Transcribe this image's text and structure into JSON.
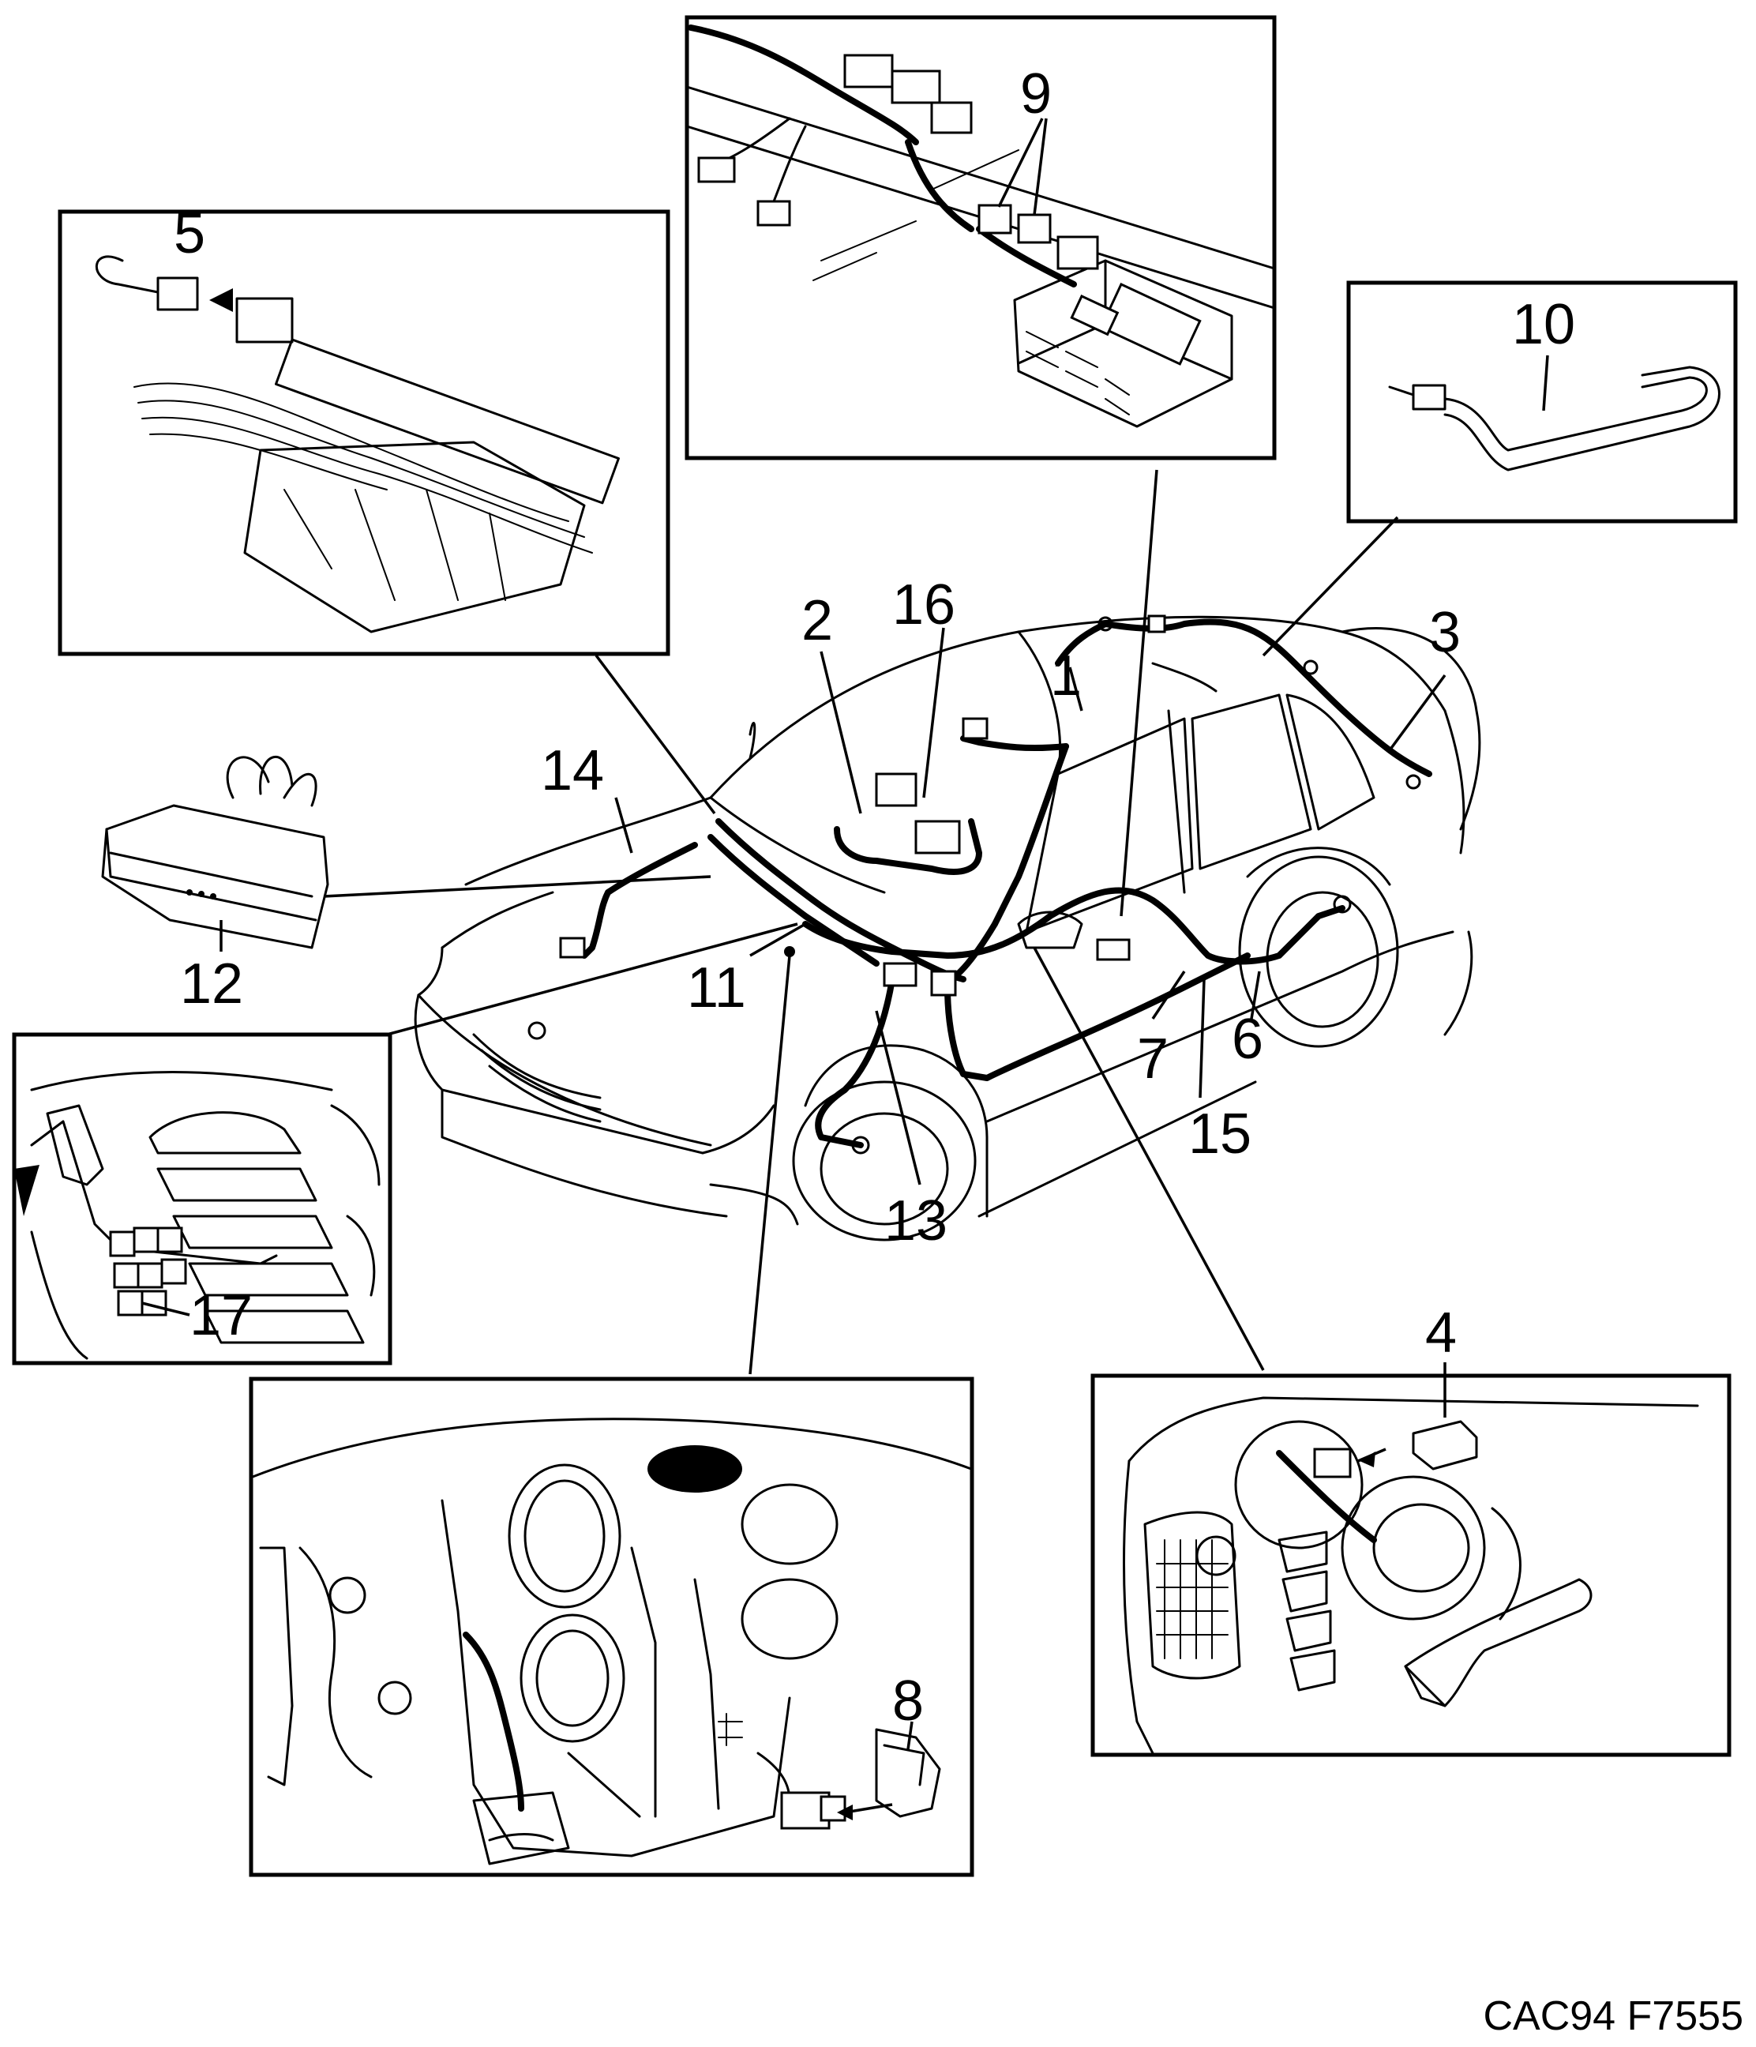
{
  "callouts": [
    {
      "id": "1",
      "text": "1"
    },
    {
      "id": "2",
      "text": "2"
    },
    {
      "id": "3",
      "text": "3"
    },
    {
      "id": "4",
      "text": "4"
    },
    {
      "id": "5",
      "text": "5"
    },
    {
      "id": "6",
      "text": "6"
    },
    {
      "id": "7",
      "text": "7"
    },
    {
      "id": "8",
      "text": "8"
    },
    {
      "id": "9",
      "text": "9"
    },
    {
      "id": "10",
      "text": "10"
    },
    {
      "id": "11",
      "text": "11"
    },
    {
      "id": "12",
      "text": "12"
    },
    {
      "id": "13",
      "text": "13"
    },
    {
      "id": "14",
      "text": "14"
    },
    {
      "id": "15",
      "text": "15"
    },
    {
      "id": "16",
      "text": "16"
    },
    {
      "id": "17",
      "text": "17"
    }
  ],
  "figure_code": "CAC94 F7555"
}
